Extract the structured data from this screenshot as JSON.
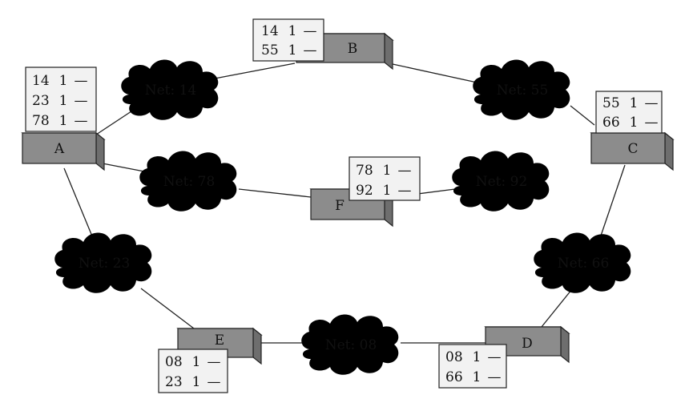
{
  "networks": {
    "n14": "Net: 14",
    "n55": "Net: 55",
    "n78": "Net: 78",
    "n92": "Net: 92",
    "n23": "Net: 23",
    "n66": "Net: 66",
    "n08": "Net: 08"
  },
  "routers": {
    "A": {
      "label": "A",
      "table": [
        {
          "net": "14",
          "hops": "1",
          "next": "—"
        },
        {
          "net": "23",
          "hops": "1",
          "next": "—"
        },
        {
          "net": "78",
          "hops": "1",
          "next": "—"
        }
      ]
    },
    "B": {
      "label": "B",
      "table": [
        {
          "net": "14",
          "hops": "1",
          "next": "—"
        },
        {
          "net": "55",
          "hops": "1",
          "next": "—"
        }
      ]
    },
    "C": {
      "label": "C",
      "table": [
        {
          "net": "55",
          "hops": "1",
          "next": "—"
        },
        {
          "net": "66",
          "hops": "1",
          "next": "—"
        }
      ]
    },
    "F": {
      "label": "F",
      "table": [
        {
          "net": "78",
          "hops": "1",
          "next": "—"
        },
        {
          "net": "92",
          "hops": "1",
          "next": "—"
        }
      ]
    },
    "E": {
      "label": "E",
      "table": [
        {
          "net": "08",
          "hops": "1",
          "next": "—"
        },
        {
          "net": "23",
          "hops": "1",
          "next": "—"
        }
      ]
    },
    "D": {
      "label": "D",
      "table": [
        {
          "net": "08",
          "hops": "1",
          "next": "—"
        },
        {
          "net": "66",
          "hops": "1",
          "next": "—"
        }
      ]
    }
  }
}
